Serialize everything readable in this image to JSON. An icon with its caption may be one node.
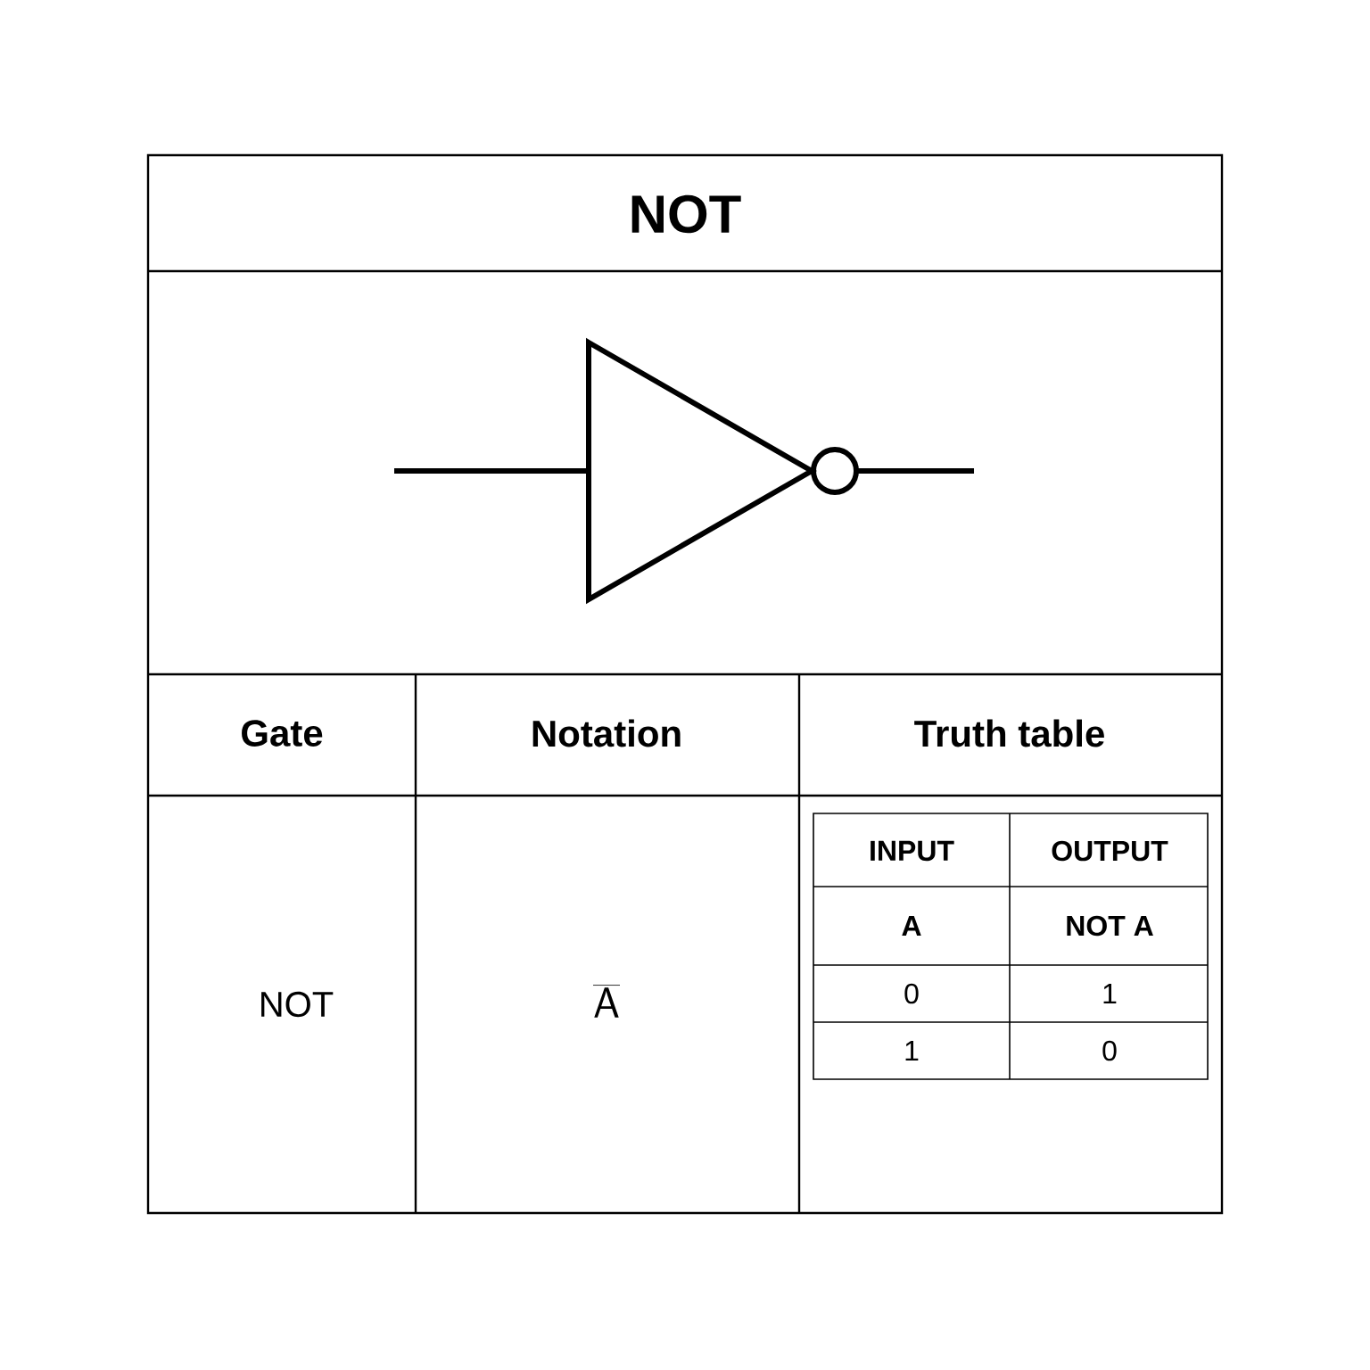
{
  "diagram": {
    "title": "NOT",
    "labels": [
      "Gate",
      "Notation",
      "Truth table",
      "NOT",
      "\\overline{\\mathsf{A}}",
      "INPUT",
      "OUTPUT",
      "A",
      "NOT A",
      "0",
      "1",
      "1",
      "0"
    ]
  }
}
